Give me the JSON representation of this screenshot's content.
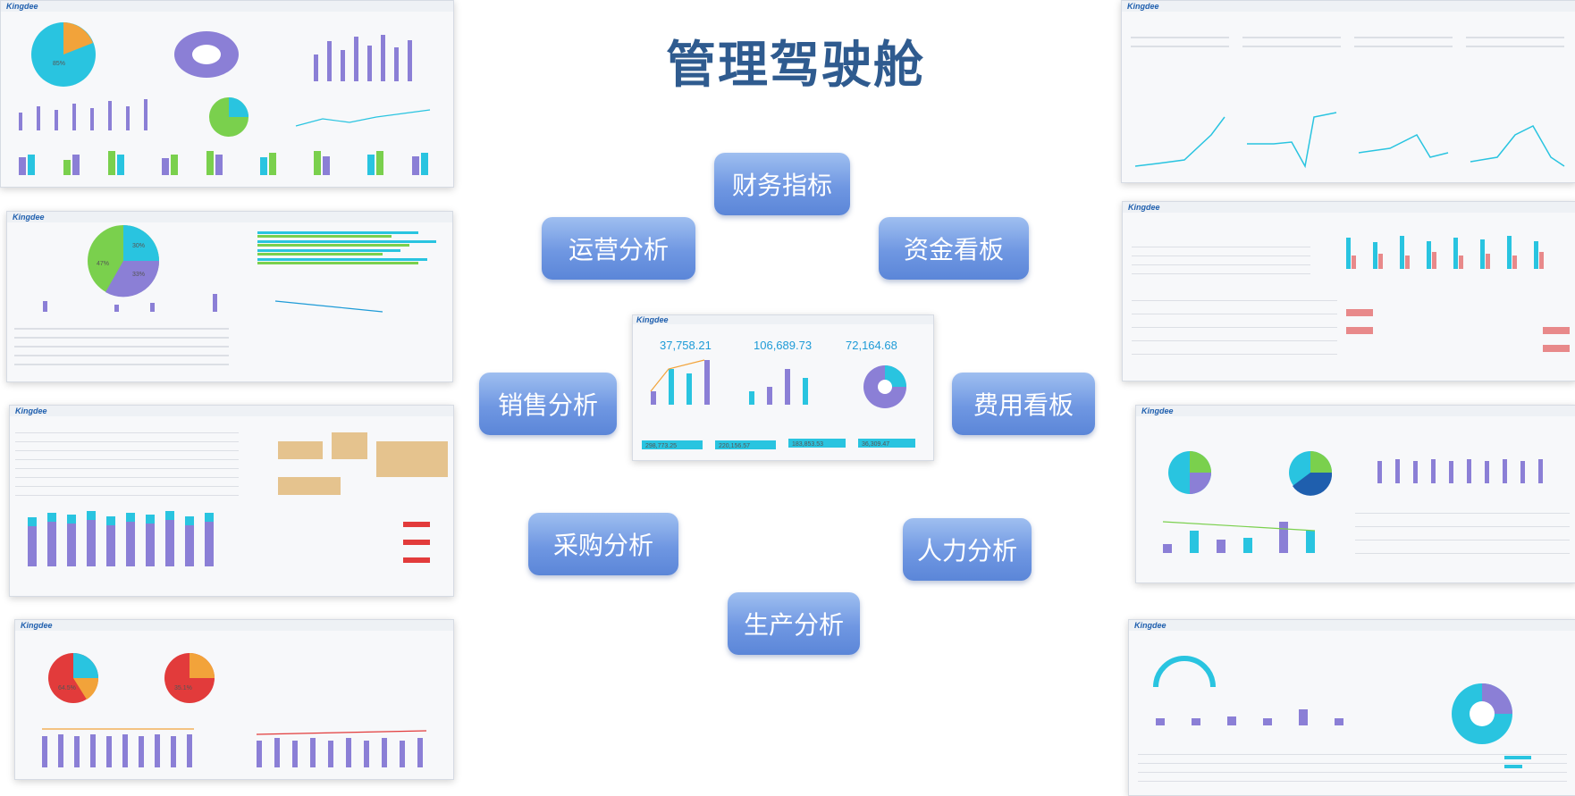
{
  "title": "管理驾驶舱",
  "modules": [
    {
      "key": "finance",
      "label": "财务指标"
    },
    {
      "key": "operations",
      "label": "运营分析"
    },
    {
      "key": "funds",
      "label": "资金看板"
    },
    {
      "key": "sales",
      "label": "销售分析"
    },
    {
      "key": "expense",
      "label": "费用看板"
    },
    {
      "key": "purchase",
      "label": "采购分析"
    },
    {
      "key": "hr",
      "label": "人力分析"
    },
    {
      "key": "production",
      "label": "生产分析"
    }
  ],
  "center_dashboard": {
    "logo": "Kingdee",
    "kpis": [
      "37,758.21",
      "106,689.73",
      "72,164.68"
    ],
    "sub_kpis": [
      "298,773.25",
      "220,156.57",
      "183,853.53",
      "36,309.47"
    ]
  },
  "pie_labels": {
    "thumb1": "85%",
    "thumb2_a": "47%",
    "thumb2_b": "30%",
    "thumb2_c": "33%",
    "thumb4_a": "64.5%",
    "thumb4_b": "35.1%"
  },
  "colors": {
    "accent": "#5b86d8",
    "title": "#2f5b8f",
    "chart_purple": "#8b7fd6",
    "chart_cyan": "#29c4e0",
    "chart_green": "#7ad04d",
    "chart_orange": "#f2a33a"
  }
}
